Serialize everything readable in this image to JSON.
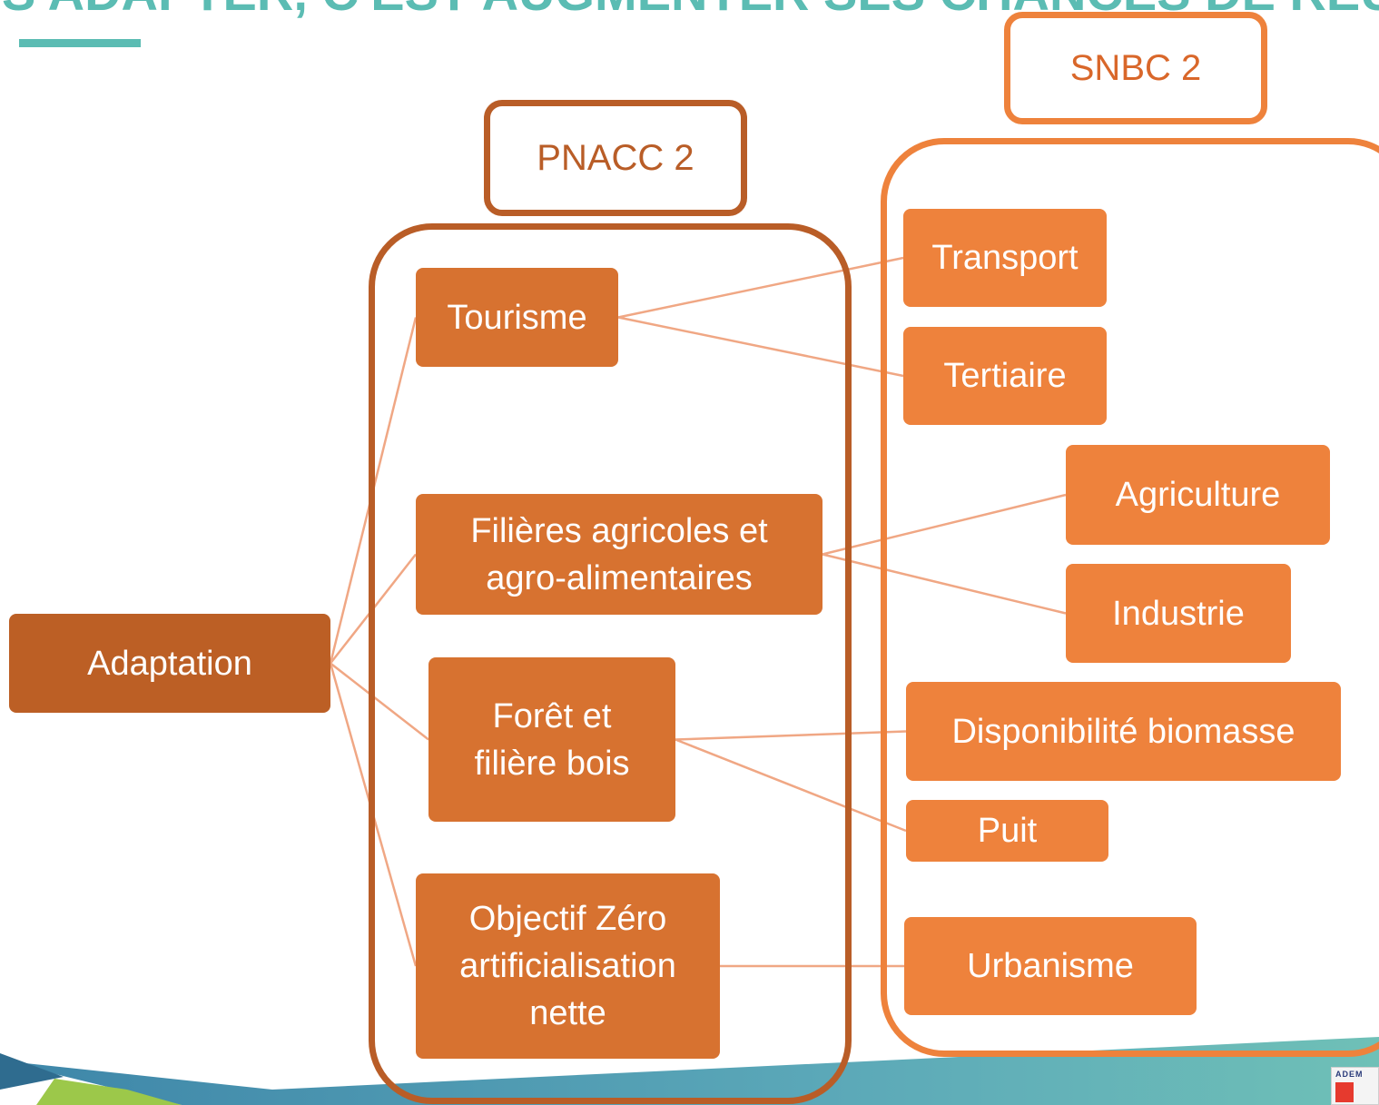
{
  "title": "S'ADAPTER, C'EST AUGMENTER SES CHANCES DE RÉUSSITE",
  "groups": {
    "pnacc": {
      "label": "PNACC 2"
    },
    "snbc": {
      "label": "SNBC 2"
    }
  },
  "root": {
    "label": "Adaptation"
  },
  "pnacc_items": [
    {
      "id": "tourisme",
      "label": "Tourisme"
    },
    {
      "id": "filieres",
      "label": "Filières agricoles et\nagro-alimentaires"
    },
    {
      "id": "foret",
      "label": "Forêt et\nfilière bois"
    },
    {
      "id": "zan",
      "label": "Objectif Zéro\nartificialisation\nnette"
    }
  ],
  "snbc_items": [
    {
      "id": "transport",
      "label": "Transport"
    },
    {
      "id": "tertiaire",
      "label": "Tertiaire"
    },
    {
      "id": "agriculture",
      "label": "Agriculture"
    },
    {
      "id": "industrie",
      "label": "Industrie"
    },
    {
      "id": "biomasse",
      "label": "Disponibilité biomasse"
    },
    {
      "id": "puit",
      "label": "Puit"
    },
    {
      "id": "urbanisme",
      "label": "Urbanisme"
    }
  ],
  "links": [
    [
      "root",
      "tourisme"
    ],
    [
      "root",
      "filieres"
    ],
    [
      "root",
      "foret"
    ],
    [
      "root",
      "zan"
    ],
    [
      "tourisme",
      "transport"
    ],
    [
      "tourisme",
      "tertiaire"
    ],
    [
      "filieres",
      "agriculture"
    ],
    [
      "filieres",
      "industrie"
    ],
    [
      "foret",
      "biomasse"
    ],
    [
      "foret",
      "puit"
    ],
    [
      "zan",
      "urbanisme"
    ]
  ],
  "logo": {
    "text": "ADEM"
  },
  "colors": {
    "accent": "#5bbcb3",
    "pnacc_frame": "#b95d27",
    "snbc_frame": "#ee823c",
    "connector": "#f0a784"
  }
}
